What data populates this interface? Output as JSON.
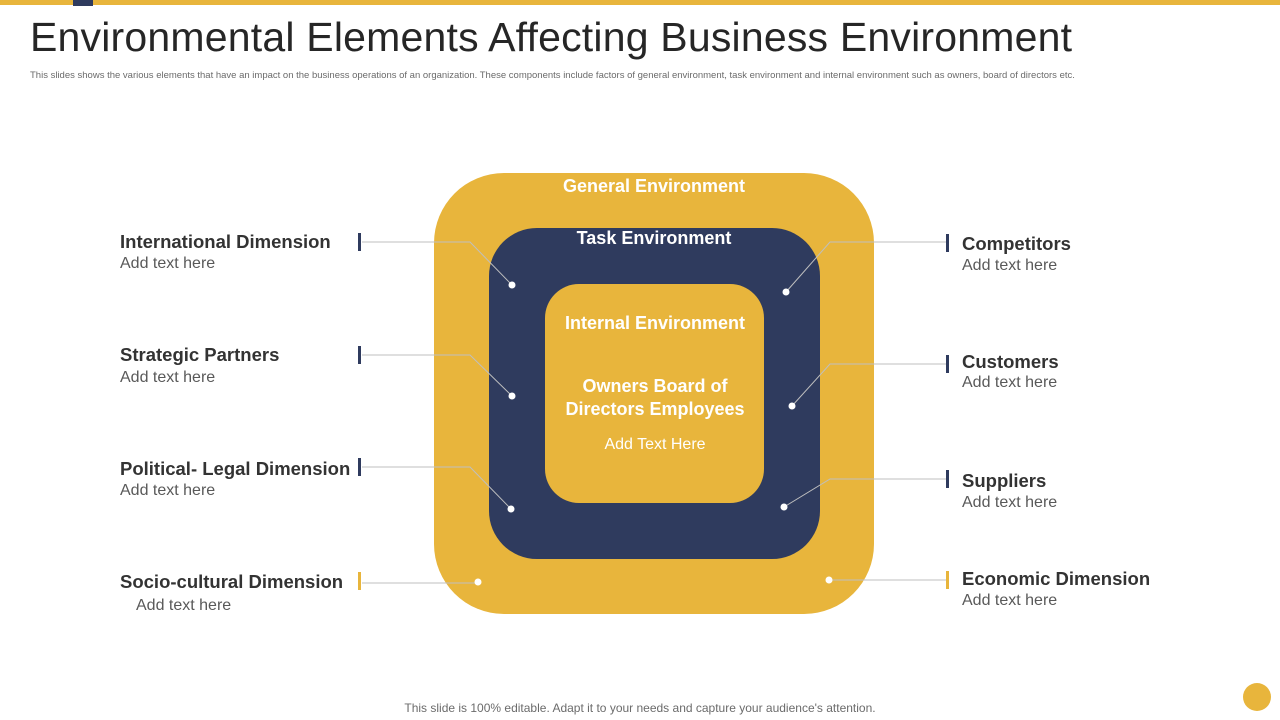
{
  "title": "Environmental Elements Affecting Business Environment",
  "subtitle": "This slides shows the various elements that have an impact on the business operations of an organization. These components include factors of general environment, task environment and internal environment such as owners, board of directors etc.",
  "diagram": {
    "general_label": "General Environment",
    "task_label": "Task Environment",
    "internal_label": "Internal Environment",
    "internal_members": "Owners Board of Directors Employees",
    "internal_text": "Add Text Here"
  },
  "left_items": [
    {
      "title": "International Dimension",
      "text": "Add text here"
    },
    {
      "title": "Strategic Partners",
      "text": "Add text here"
    },
    {
      "title": "Political- Legal Dimension",
      "text": "Add text here"
    },
    {
      "title": "Socio-cultural Dimension",
      "text": "Add text here"
    }
  ],
  "right_items": [
    {
      "title": "Competitors",
      "text": "Add text here"
    },
    {
      "title": "Customers",
      "text": "Add text here"
    },
    {
      "title": "Suppliers",
      "text": "Add text here"
    },
    {
      "title": "Economic Dimension",
      "text": "Add text here"
    }
  ],
  "footer": "This slide is 100% editable. Adapt it to your needs and capture your audience's attention.",
  "colors": {
    "gold": "#E8B53C",
    "navy": "#2F3B5E",
    "connector": "#BFBFBF"
  }
}
